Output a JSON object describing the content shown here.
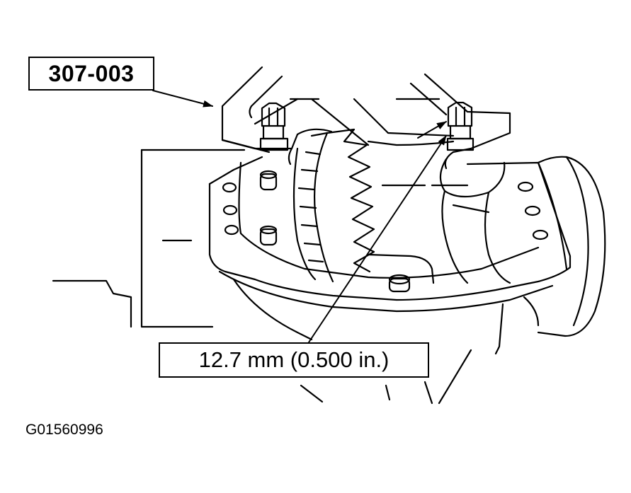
{
  "labels": {
    "tool_number": "307-003",
    "gap_dimension": "12.7 mm (0.500 in.)",
    "figure_code": "G01560996"
  },
  "colors": {
    "ink": "#000000",
    "paper": "#ffffff"
  }
}
